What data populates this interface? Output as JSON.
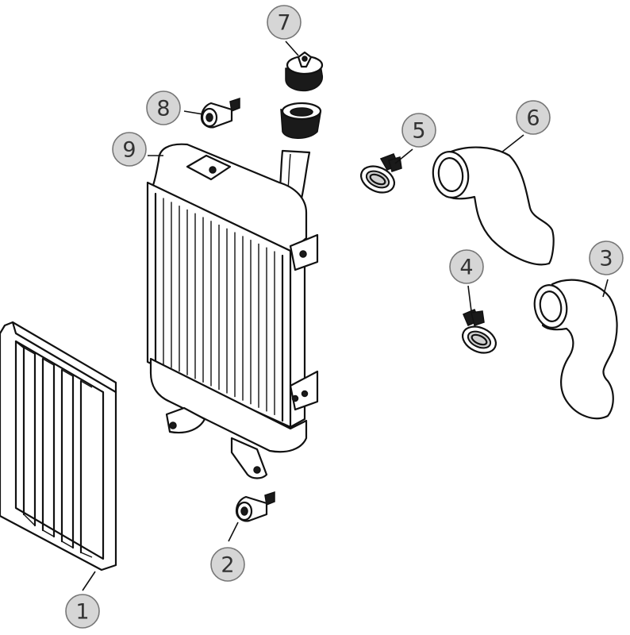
{
  "callouts": [
    {
      "key": "grille",
      "label": "1"
    },
    {
      "key": "lower_mount",
      "label": "2"
    },
    {
      "key": "lower_hose",
      "label": "3"
    },
    {
      "key": "lower_clamp",
      "label": "4"
    },
    {
      "key": "upper_clamp",
      "label": "5"
    },
    {
      "key": "upper_hose",
      "label": "6"
    },
    {
      "key": "cap",
      "label": "7"
    },
    {
      "key": "upper_mount",
      "label": "8"
    },
    {
      "key": "radiator",
      "label": "9"
    }
  ]
}
